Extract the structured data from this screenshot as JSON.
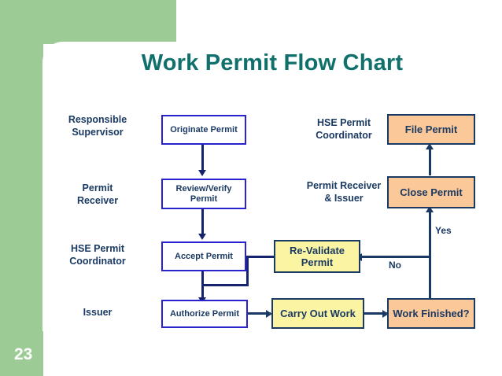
{
  "slide": {
    "title": "Work Permit Flow Chart",
    "page_number": "23",
    "colors": {
      "accent_green": "#9ccb96",
      "title_teal": "#10706b",
      "navy": "#1b3a63",
      "blue_border": "#2b22cf",
      "yellow_fill": "#fbf4a3",
      "peach_fill": "#fbc999",
      "panel_white": "#ffffff"
    }
  },
  "roles": {
    "left": [
      {
        "label": "Responsible\nSupervisor"
      },
      {
        "label": "Permit\nReceiver"
      },
      {
        "label": "HSE Permit\nCoordinator"
      },
      {
        "label": "Issuer"
      }
    ],
    "right": [
      {
        "label": "HSE Permit\nCoordinator"
      },
      {
        "label": "Permit Receiver\n& Issuer"
      }
    ]
  },
  "flow": {
    "nodes": [
      {
        "id": "originate",
        "label": "Originate Permit",
        "style": "blue"
      },
      {
        "id": "review",
        "label": "Review/Verify\nPermit",
        "style": "blue"
      },
      {
        "id": "accept",
        "label": "Accept Permit",
        "style": "blue"
      },
      {
        "id": "authorize",
        "label": "Authorize Permit",
        "style": "blue"
      },
      {
        "id": "revalidate",
        "label": "Re-Validate\nPermit",
        "style": "yellow"
      },
      {
        "id": "carryout",
        "label": "Carry Out Work",
        "style": "yellow"
      },
      {
        "id": "finished",
        "label": "Work Finished?",
        "style": "peach"
      },
      {
        "id": "close",
        "label": "Close Permit",
        "style": "peach"
      },
      {
        "id": "file",
        "label": "File Permit",
        "style": "peach"
      }
    ],
    "edge_labels": {
      "yes": "Yes",
      "no": "No"
    }
  }
}
